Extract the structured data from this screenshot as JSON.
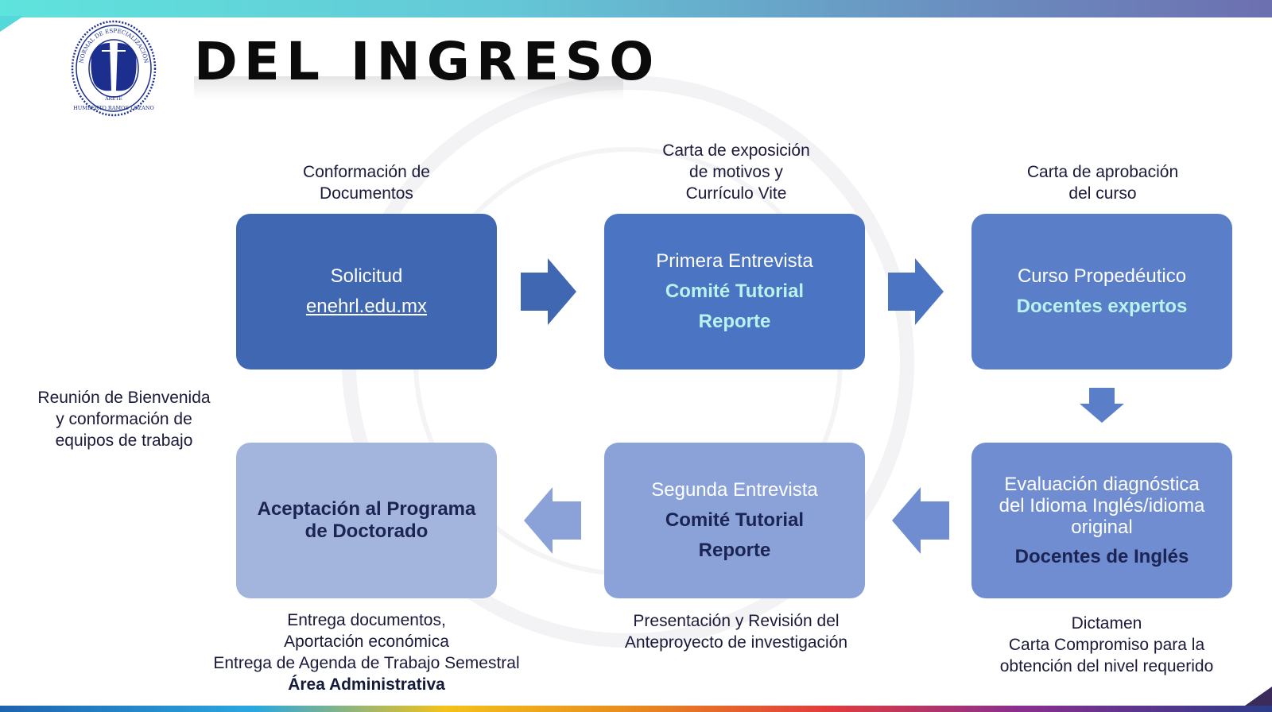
{
  "title": "DEL INGRESO",
  "logo": {
    "ring_text_top": "NORMAL DE ESPECIALIZACIÓN",
    "ring_text_bottom": "HUMBERTO RAMOS LOZANO",
    "motto": "ARETÉ"
  },
  "captions": {
    "step1_top": [
      "Conformación de",
      "Documentos"
    ],
    "step2_top": [
      "Carta de exposición",
      "de motivos y",
      "Currículo Vite"
    ],
    "step3_top": [
      "Carta de aprobación",
      "del curso"
    ],
    "left_side": [
      "Reunión de Bienvenida",
      "y conformación de",
      "equipos de trabajo"
    ],
    "step6_bottom": [
      "Entrega documentos,",
      "Aportación económica",
      "Entrega de Agenda de Trabajo Semestral",
      "Área Administrativa"
    ],
    "step5_bottom": [
      "Presentación y Revisión del",
      "Anteproyecto de investigación"
    ],
    "step4_bottom": [
      "Dictamen",
      "Carta Compromiso para la",
      "obtención del nivel requerido"
    ]
  },
  "boxes": {
    "b1": {
      "line1": "Solicitud",
      "link": "enehrl.edu.mx"
    },
    "b2": {
      "line1": "Primera Entrevista",
      "line2": "Comité Tutorial",
      "line3": "Reporte"
    },
    "b3": {
      "line1": "Curso Propedéutico",
      "line2": "Docentes expertos"
    },
    "b4": {
      "line1": "Evaluación diagnóstica",
      "line1b": "del Idioma Inglés/idioma",
      "line1c": "original",
      "line2": "Docentes de Inglés"
    },
    "b5": {
      "line1": "Segunda Entrevista",
      "line2": "Comité Tutorial",
      "line3": "Reporte"
    },
    "b6": {
      "line1": "Aceptación al Programa",
      "line2": "de Doctorado"
    }
  },
  "colors": {
    "box1": "#3f67b2",
    "box2": "#4b74c2",
    "box3": "#5a7fc8",
    "box4": "#6f8dd0",
    "box5": "#8aa2d8",
    "box6": "#a3b4dd",
    "highlight": "#b8f3ef",
    "dark_text": "#1b2452"
  }
}
